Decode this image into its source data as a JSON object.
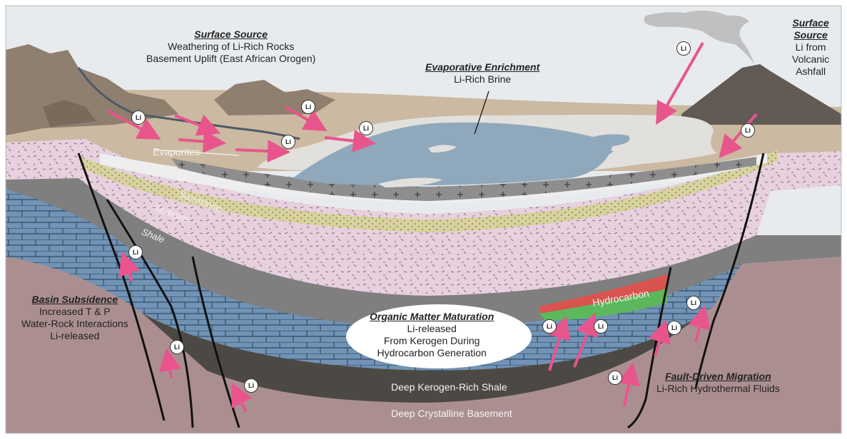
{
  "labels": {
    "surface_source_left": {
      "title": "Surface Source",
      "line1": "Weathering of Li-Rich Rocks",
      "line2": "Basement Uplift (East African Orogen)"
    },
    "evaporative": {
      "title": "Evaporative Enrichment",
      "line1": "Li-Rich Brine"
    },
    "surface_source_right": {
      "title1": "Surface",
      "title2": "Source",
      "line1": "Li from",
      "line2": "Volcanic",
      "line3": "Ashfall"
    },
    "evaporites": "Evaporites",
    "sandstone": "Sandstone",
    "andesite": "Andesite",
    "shale": "Shale",
    "basin_subsidence": {
      "title": "Basin Subsidence",
      "line1": "Increased T & P",
      "line2": "Water-Rock Interactions",
      "line3": "Li-released"
    },
    "organic_matter": {
      "title": "Organic Matter Maturation",
      "line1": "Li-released",
      "line2": "From Kerogen During",
      "line3": "Hydrocarbon Generation"
    },
    "hydrocarbon": "Hydrocarbon",
    "deep_kerogen": "Deep Kerogen-Rich Shale",
    "deep_basement": "Deep Crystalline Basement",
    "fault_migration": {
      "title": "Fault-Driven Migration",
      "line1": "Li-Rich Hydrothermal Fluids"
    }
  },
  "li_token": "Li",
  "colors": {
    "sky": "#e9ecef",
    "land": "#c9b79f",
    "brine": "#9fb4c4",
    "evaporite_crust": "#e4e2de",
    "sandstone": "#d9d3a2",
    "andesite": "#e6cfdc",
    "shale": "#7d7d7d",
    "limestone": "#6f8fb0",
    "kerogen_shale": "#4a4742",
    "basement": "#a98d8d",
    "hydrocarbon_red": "#d9534f",
    "hydrocarbon_green": "#5cb85c",
    "arrow": "#e8558c"
  }
}
